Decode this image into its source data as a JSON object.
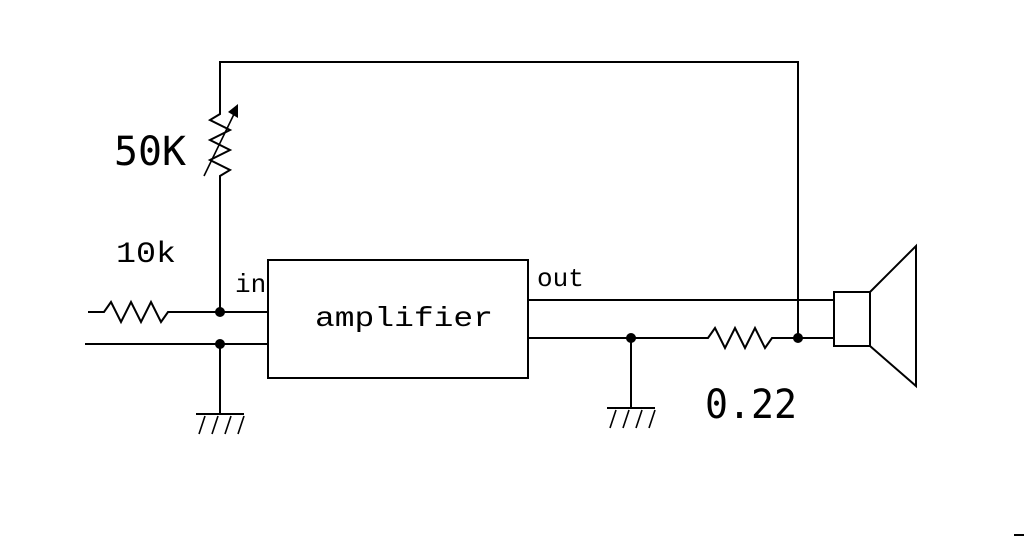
{
  "labels": {
    "pot_value": "50K",
    "input_resistor": "10k",
    "in": "in",
    "out": "out",
    "amplifier": "amplifier",
    "sense_resistor": "0.22"
  },
  "components": [
    {
      "name": "potentiometer",
      "value": "50K"
    },
    {
      "name": "input-resistor",
      "value": "10k"
    },
    {
      "name": "amplifier-block",
      "label": "amplifier"
    },
    {
      "name": "sense-resistor",
      "value": "0.22"
    },
    {
      "name": "speaker"
    },
    {
      "name": "ground-left"
    },
    {
      "name": "ground-right"
    }
  ]
}
